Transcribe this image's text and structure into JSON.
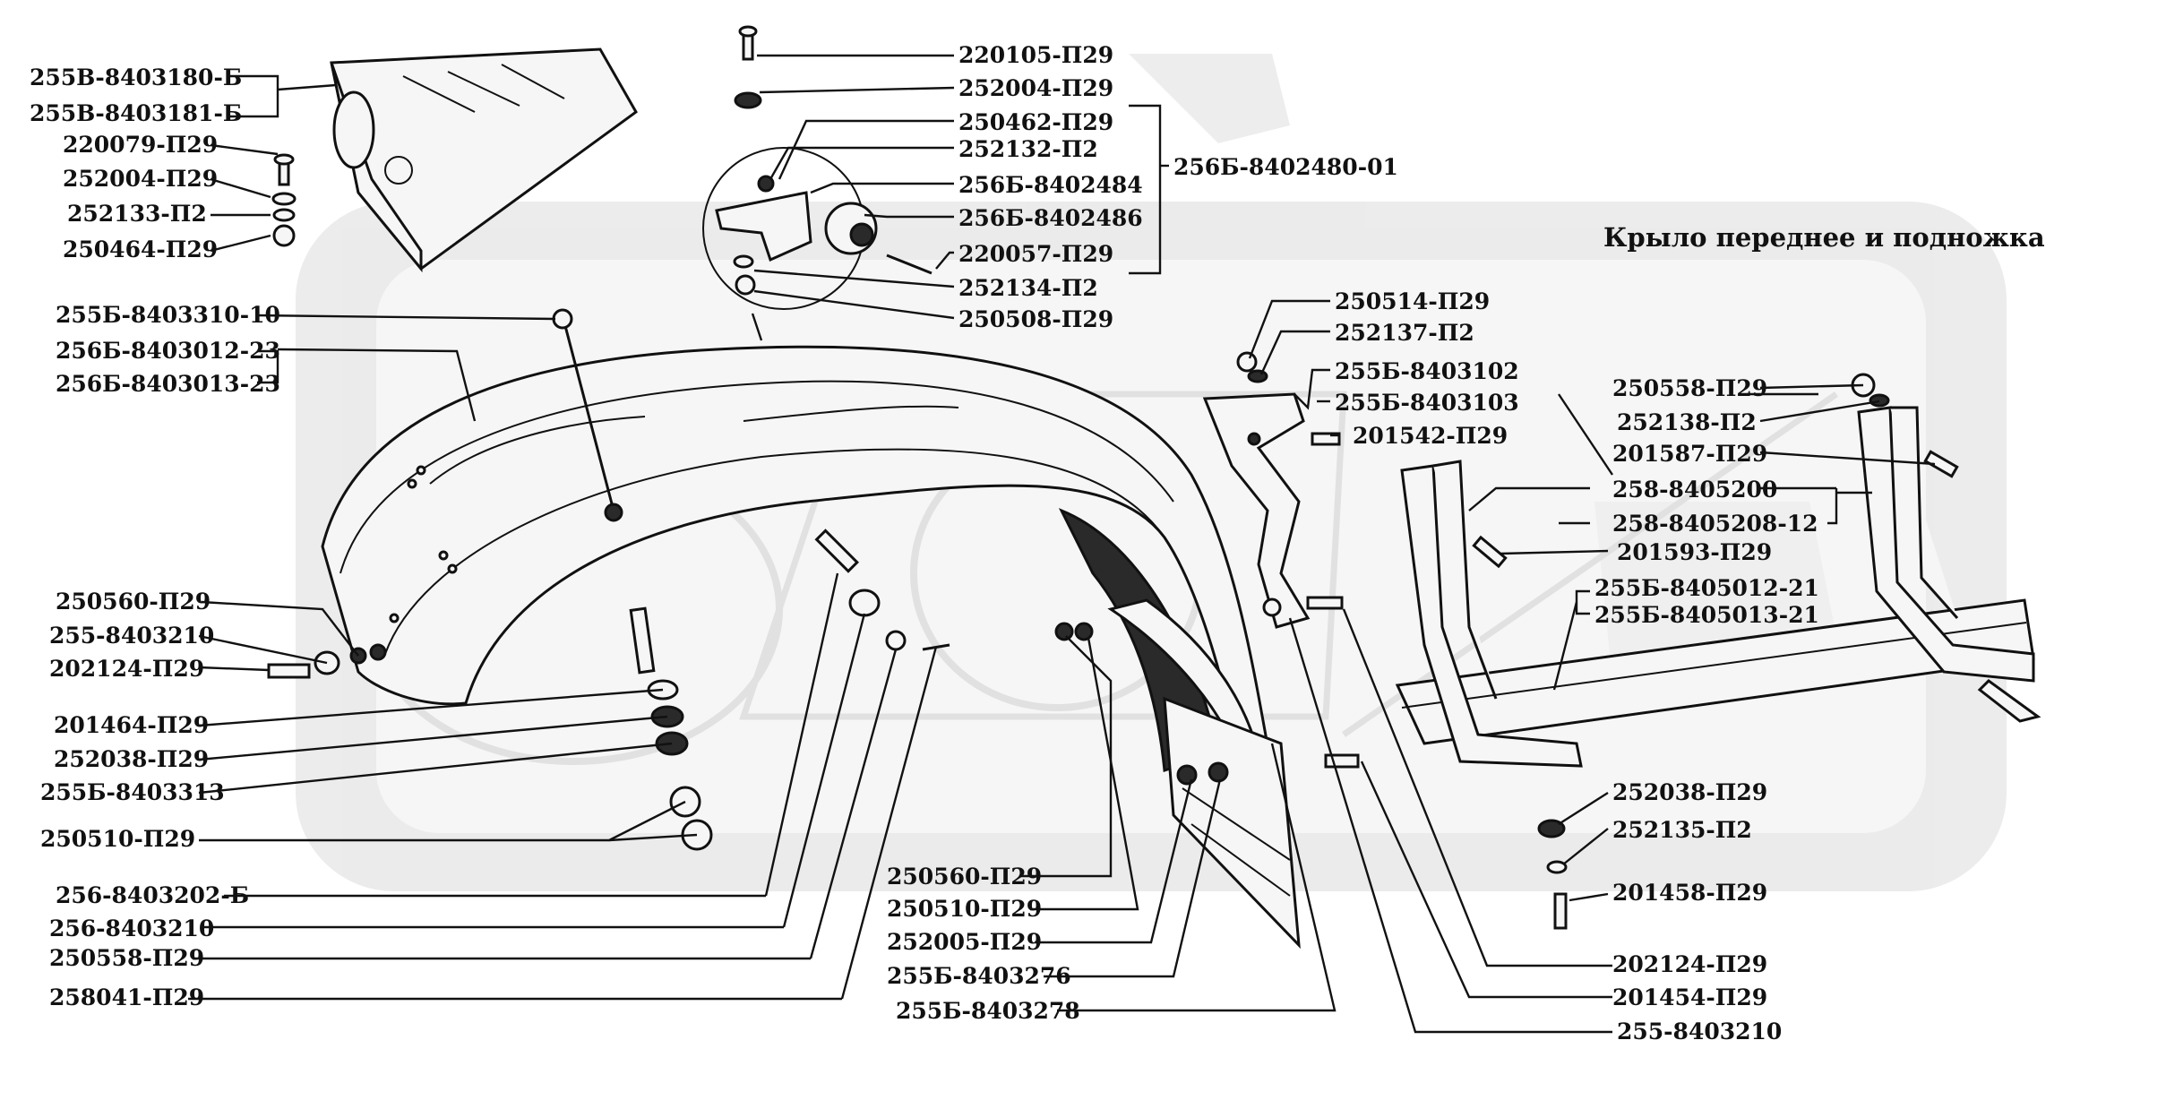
{
  "title": "Крыло переднее и подножка",
  "colors": {
    "ink": "#111111",
    "watermark": "#cfcfcf",
    "background": "#ffffff"
  },
  "labels": [
    "255В-8403180-Б",
    "255В-8403181-Б",
    "220079-П29",
    "252004-П29",
    "252133-П2",
    "250464-П29",
    "220105-П29",
    "252004-П29",
    "250462-П29",
    "252132-П2",
    "256Б-8402484",
    "256Б-8402486",
    "220057-П29",
    "252134-П2",
    "250508-П29",
    "256Б-8402480-01",
    "255Б-8403310-10",
    "256Б-8403012-23",
    "256Б-8403013-23",
    "250514-П29",
    "252137-П2",
    "255Б-8403102",
    "255Б-8403103",
    "201542-П29",
    "250558-П29",
    "252138-П2",
    "201587-П29",
    "258-8405200",
    "258-8405208-12",
    "201593-П29",
    "255Б-8405012-21",
    "255Б-8405013-21",
    "250560-П29",
    "255-8403210",
    "202124-П29",
    "201464-П29",
    "252038-П29",
    "255Б-8403313",
    "250510-П29",
    "256-8403202-Б",
    "256-8403210",
    "250558-П29",
    "258041-П29",
    "250560-П29",
    "250510-П29",
    "252005-П29",
    "255Б-8403276",
    "255Б-8403278",
    "252038-П29",
    "252135-П2",
    "201458-П29",
    "202124-П29",
    "201454-П29",
    "255-8403210"
  ]
}
